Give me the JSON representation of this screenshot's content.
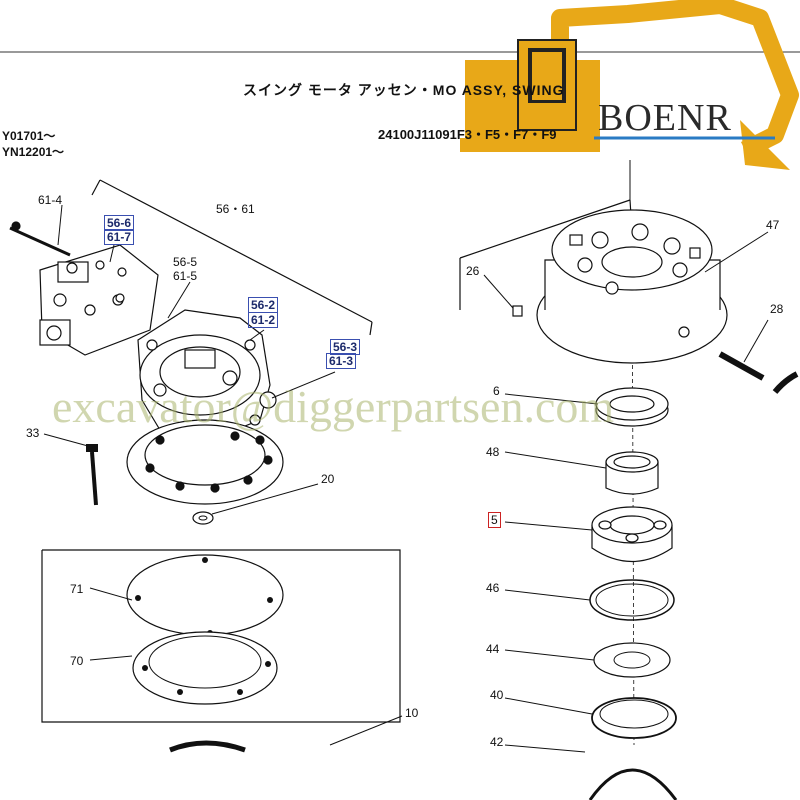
{
  "header": {
    "title_jp": "スイング モータ アッセン・MO   ASSY, SWING",
    "part_number": "24100J11091F3・F5・F7・F9",
    "serial_1": "Y01701～",
    "serial_2": "YN12201～"
  },
  "brand": {
    "name": "BOENR",
    "color": "#e8a818"
  },
  "watermark": "excavator@diggerpartsen.com",
  "callouts": {
    "c61_4": "61-4",
    "c56_6": "56-6",
    "c61_7": "61-7",
    "c56_61": "56・61",
    "c56_5": "56-5",
    "c61_5": "61-5",
    "c56_2": "56-2",
    "c61_2": "61-2",
    "c56_3": "56-3",
    "c61_3": "61-3",
    "c33": "33",
    "c20": "20",
    "c71": "71",
    "c70": "70",
    "c10": "10",
    "c26": "26",
    "c47": "47",
    "c28": "28",
    "c6": "6",
    "c48": "48",
    "c5": "5",
    "c46": "46",
    "c44": "44",
    "c40": "40",
    "c42": "42"
  }
}
